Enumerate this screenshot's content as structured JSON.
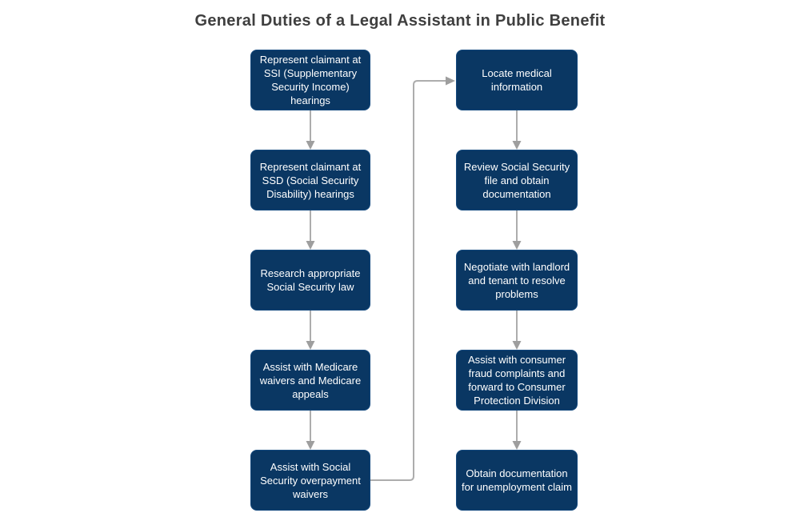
{
  "title": "General Duties of a Legal Assistant in Public Benefit",
  "diagram_type": "flowchart",
  "nodes": {
    "left": [
      "Represent claimant at SSI (Supplementary Security Income) hearings",
      "Represent claimant at SSD (Social Security Disability) hearings",
      "Research appropriate Social Security law",
      "Assist with Medicare waivers and Medicare appeals",
      "Assist with Social Security overpayment waivers"
    ],
    "right": [
      "Locate medical information",
      "Review Social Security file and obtain documentation",
      "Negotiate with landlord and tenant to resolve problems",
      "Assist with consumer fraud complaints and forward to Consumer Protection Division",
      "Obtain documentation for unemployment claim"
    ]
  },
  "connections": [
    "left-1 -> left-2",
    "left-2 -> left-3",
    "left-3 -> left-4",
    "left-4 -> left-5",
    "left-5 -> right-1",
    "right-1 -> right-2",
    "right-2 -> right-3",
    "right-3 -> right-4",
    "right-4 -> right-5"
  ],
  "colors": {
    "box-fill": "#0a3763",
    "box-border": "#14497e",
    "box-text": "#ffffff",
    "arrow-line": "#adadad",
    "arrow-head": "#9e9e9e",
    "title-color": "#3f3f3f",
    "bg": "#ffffff"
  }
}
